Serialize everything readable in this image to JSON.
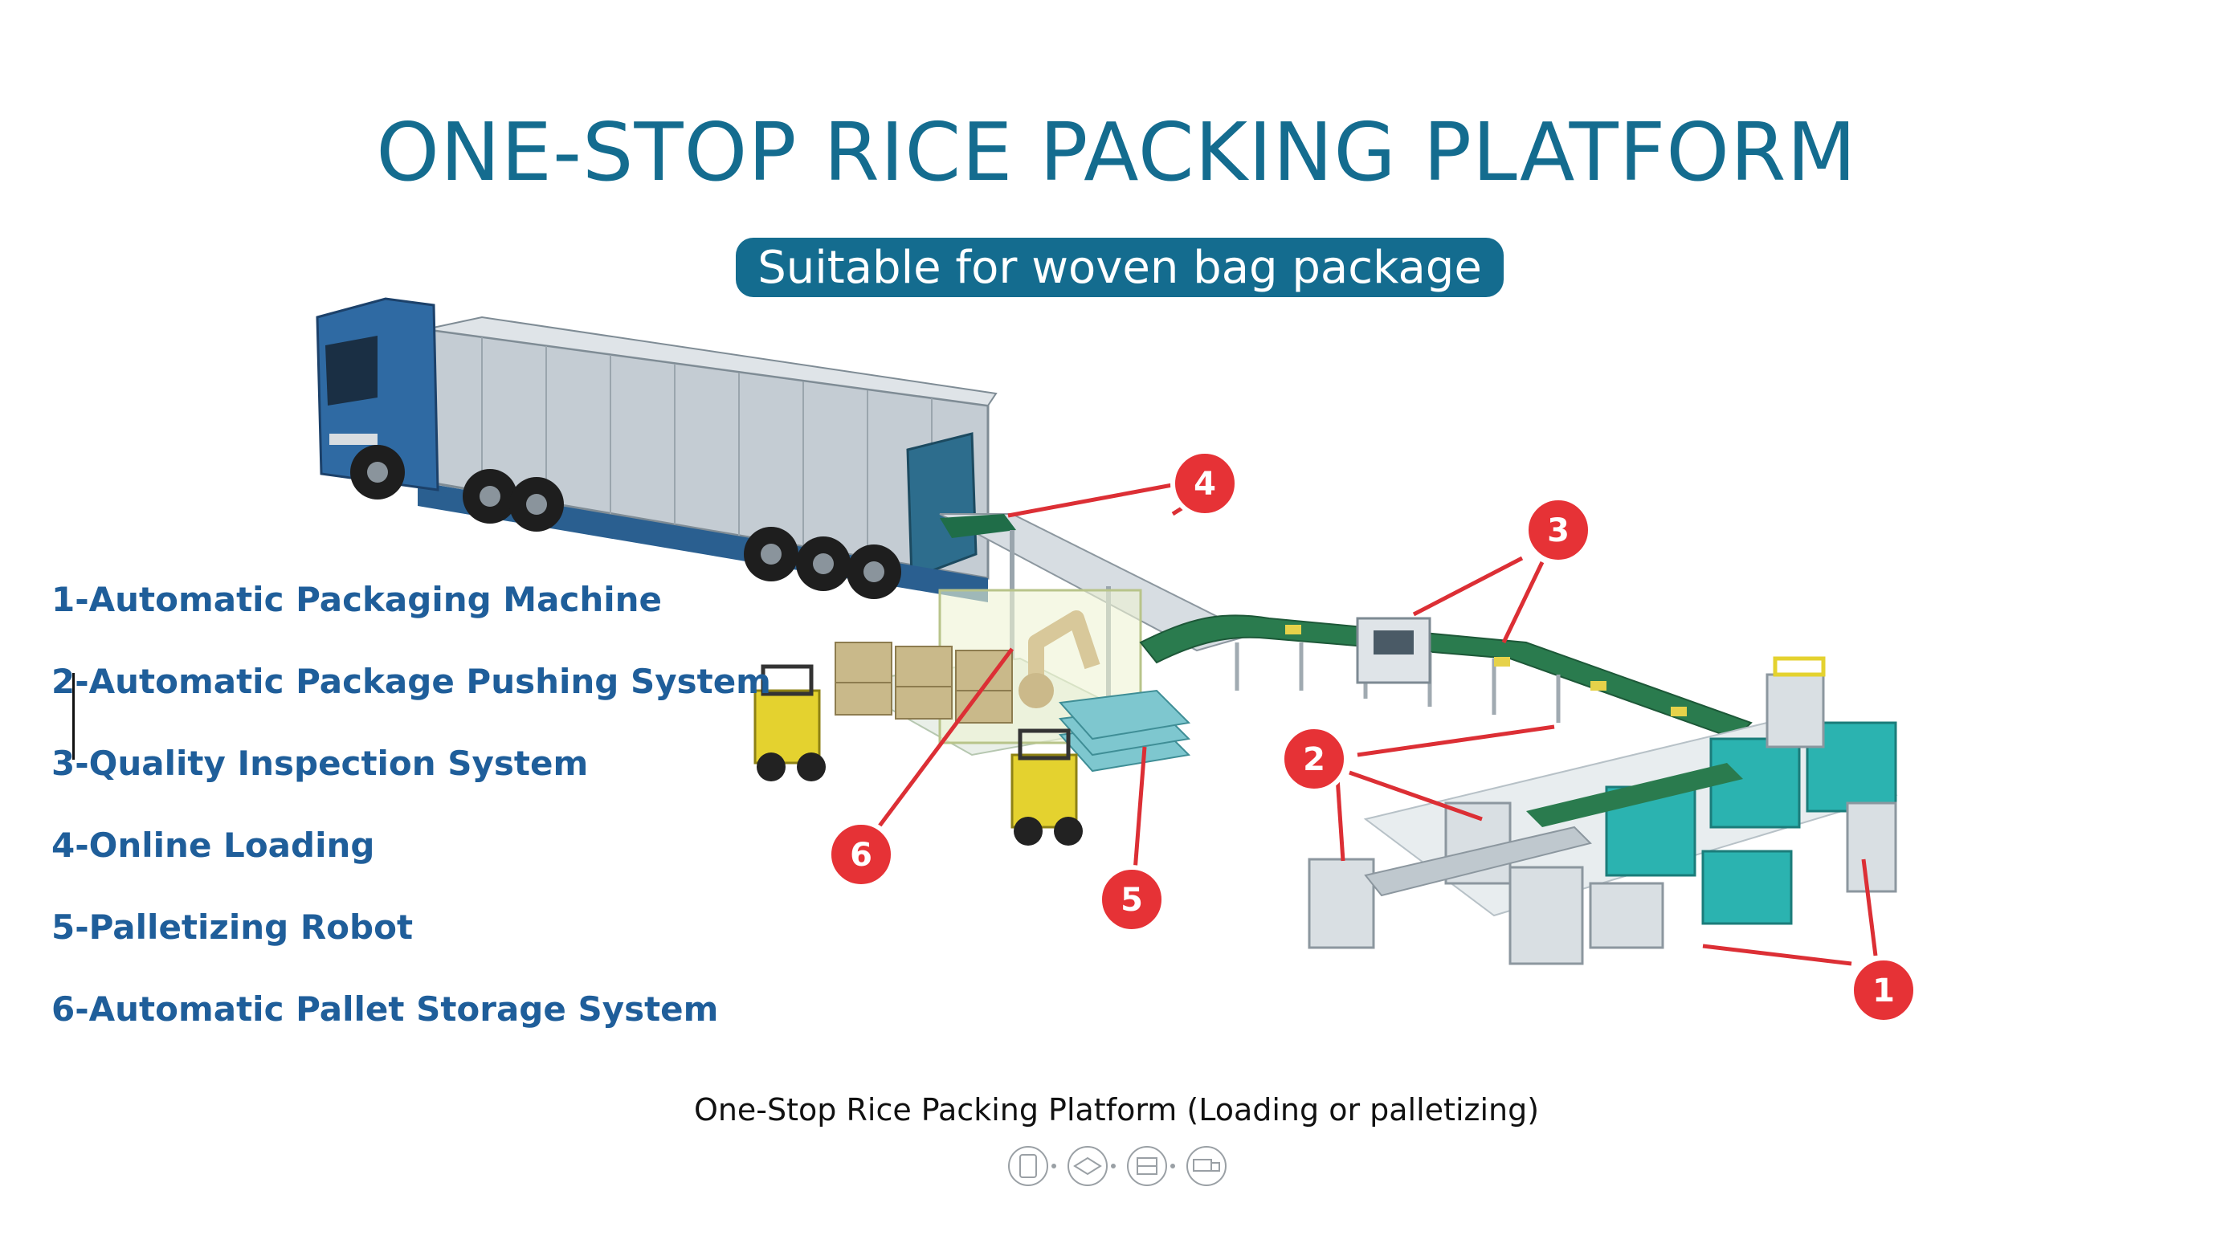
{
  "header": {
    "title": "ONE-STOP RICE PACKING PLATFORM",
    "subtitle": "Suitable for woven bag package"
  },
  "legend": [
    {
      "label": "1-Automatic Packaging Machine"
    },
    {
      "label": "2-Automatic Package Pushing System"
    },
    {
      "label": "3-Quality Inspection System"
    },
    {
      "label": "4-Online Loading"
    },
    {
      "label": "5-Palletizing Robot"
    },
    {
      "label": "6-Automatic Pallet Storage System"
    }
  ],
  "badges": [
    {
      "number": "1"
    },
    {
      "number": "2"
    },
    {
      "number": "3"
    },
    {
      "number": "4"
    },
    {
      "number": "5"
    },
    {
      "number": "6"
    }
  ],
  "caption": "One-Stop Rice Packing Platform (Loading or palletizing)",
  "colors": {
    "title": "#146c8f",
    "legend_text": "#1f5e9a",
    "badge": "#e63236",
    "truck_cab": "#2f6aa3",
    "container": "#b9c3cb",
    "machine_teal": "#2bb3b0",
    "forklift": "#e4d22f"
  },
  "icons": [
    "bag-outline-icon",
    "box-outline-icon",
    "pallet-outline-icon",
    "truck-outline-icon"
  ]
}
